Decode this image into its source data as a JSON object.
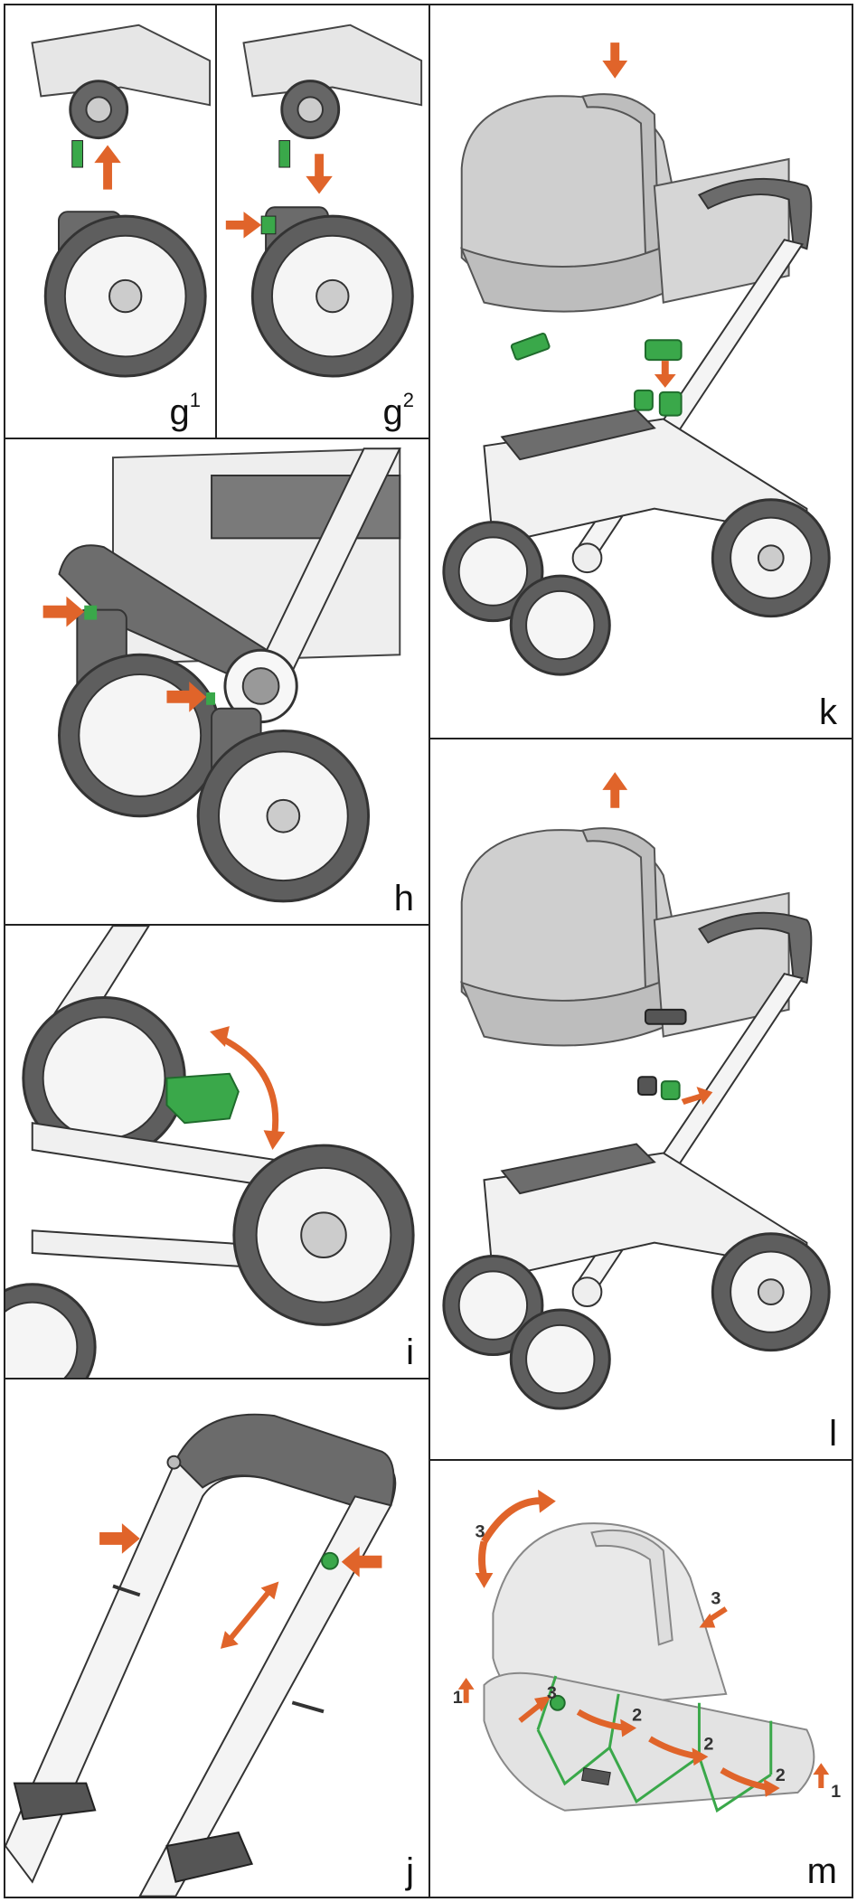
{
  "panels": {
    "g1": {
      "letter": "g",
      "sup": "1"
    },
    "g2": {
      "letter": "g",
      "sup": "2"
    },
    "h": {
      "letter": "h"
    },
    "i": {
      "letter": "i"
    },
    "j": {
      "letter": "j"
    },
    "k": {
      "letter": "k"
    },
    "l": {
      "letter": "l"
    },
    "m": {
      "letter": "m",
      "step_labels": [
        "3",
        "3",
        "3",
        "2",
        "2",
        "2",
        "1",
        "1"
      ]
    }
  },
  "colors": {
    "arrow": "#e0642a",
    "part": "#3aa84a",
    "frame": "#5a5a5a",
    "canopy": "#cfcfcf"
  }
}
